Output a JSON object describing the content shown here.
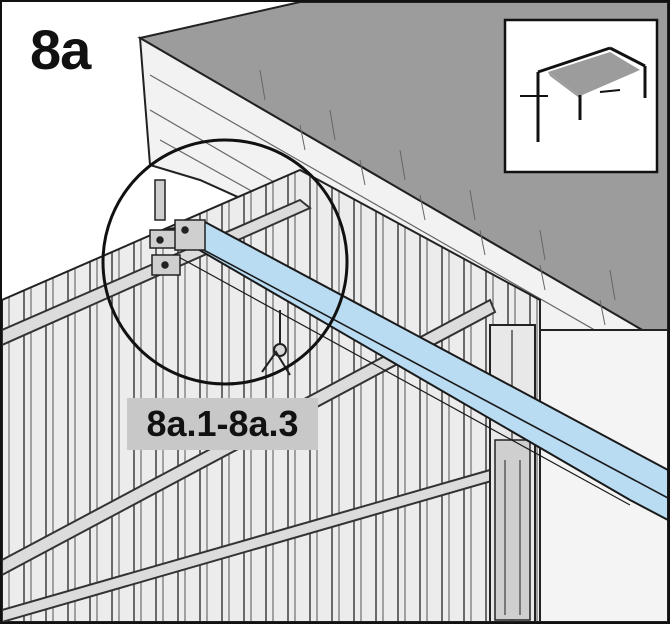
{
  "step": {
    "number": "8a"
  },
  "detail": {
    "label": "8a.1-8a.3"
  },
  "colors": {
    "rail": "#b9dcf2",
    "rail_edge": "#1a1a1a",
    "panel": "#ececec",
    "wall": "#f2f2f2",
    "ceiling": "#9c9c9c",
    "label_bg": "#c8c8c8"
  },
  "icons": [
    "overview-thumbnail-icon",
    "detail-magnifier-circle"
  ]
}
